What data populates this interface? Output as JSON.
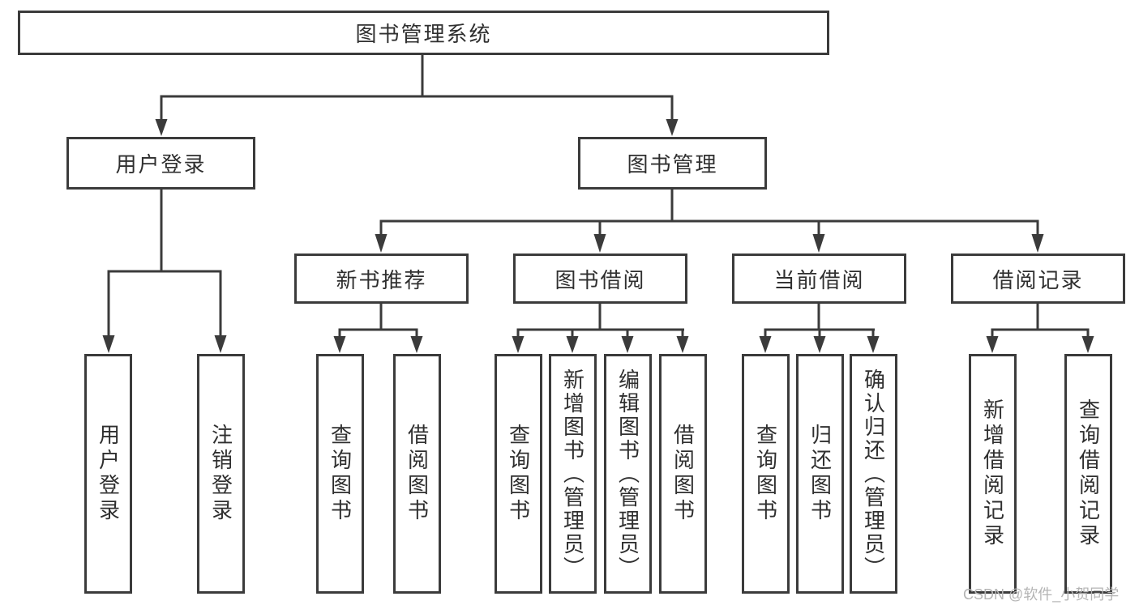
{
  "nodes": {
    "root": {
      "label": "图书管理系统"
    },
    "user_login": {
      "label": "用户登录"
    },
    "book_mgmt": {
      "label": "图书管理"
    },
    "new_book_rec": {
      "label": "新书推荐"
    },
    "book_borrow": {
      "label": "图书借阅"
    },
    "current_borrow": {
      "label": "当前借阅"
    },
    "borrow_records": {
      "label": "借阅记录"
    },
    "leaf_login": {
      "label": "用户登录"
    },
    "leaf_logout": {
      "label": "注销登录"
    },
    "leaf_nbr_query": {
      "label": "查询图书"
    },
    "leaf_nbr_borrow": {
      "label": "借阅图书"
    },
    "leaf_bb_query": {
      "label": "查询图书"
    },
    "leaf_bb_add": {
      "label": "新增图书（管理员）"
    },
    "leaf_bb_edit": {
      "label": "编辑图书（管理员）"
    },
    "leaf_bb_borrow": {
      "label": "借阅图书"
    },
    "leaf_cb_query": {
      "label": "查询图书"
    },
    "leaf_cb_return": {
      "label": "归还图书"
    },
    "leaf_cb_confirm": {
      "label": "确认归还（管理员）"
    },
    "leaf_br_add": {
      "label": "新增借阅记录"
    },
    "leaf_br_query": {
      "label": "查询借阅记录"
    }
  },
  "tree": {
    "root": "图书管理系统",
    "children": [
      {
        "label": "用户登录",
        "children": [
          "用户登录",
          "注销登录"
        ]
      },
      {
        "label": "图书管理",
        "children": [
          {
            "label": "新书推荐",
            "children": [
              "查询图书",
              "借阅图书"
            ]
          },
          {
            "label": "图书借阅",
            "children": [
              "查询图书",
              "新增图书（管理员）",
              "编辑图书（管理员）",
              "借阅图书"
            ]
          },
          {
            "label": "当前借阅",
            "children": [
              "查询图书",
              "归还图书",
              "确认归还（管理员）"
            ]
          },
          {
            "label": "借阅记录",
            "children": [
              "新增借阅记录",
              "查询借阅记录"
            ]
          }
        ]
      }
    ]
  },
  "watermark": {
    "text": "CSDN @软件_小贺同学"
  },
  "colors": {
    "line": "#3b3b3b",
    "text": "#2f2f2f",
    "background": "#ffffff",
    "watermark": "#b4b4b4"
  }
}
